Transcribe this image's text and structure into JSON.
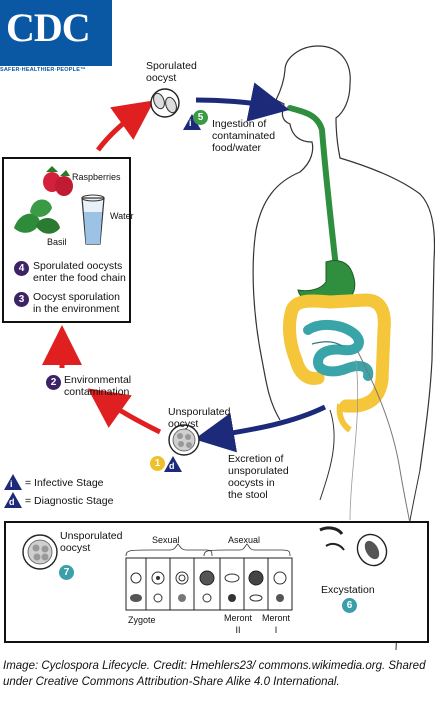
{
  "logo": {
    "text": "CDC",
    "tagline": "SAFER·HEALTHIER·PEOPLE™"
  },
  "stages": [
    {
      "num": "1",
      "label": ""
    },
    {
      "num": "2",
      "label": "Environmental\ncontamination"
    },
    {
      "num": "3",
      "label": "Oocyst sporulation\nin the environment"
    },
    {
      "num": "4",
      "label": "Sporulated oocysts\nenter the food chain"
    },
    {
      "num": "5",
      "label": "Ingestion of\ncontaminated\nfood/water"
    },
    {
      "num": "6",
      "label": "Excystation"
    },
    {
      "num": "7",
      "label": ""
    }
  ],
  "labels": {
    "sporulated_oocyst": "Sporulated\noocyst",
    "unsporulated_oocyst_top": "Unsporulated\noocyst",
    "excretion": "Excretion of\nunsporulated\noocysts in\nthe stool",
    "raspberries": "Raspberries",
    "water": "Water",
    "basil": "Basil",
    "unsporulated_oocyst_bottom": "Unsporulated\noocyst",
    "sexual": "Sexual",
    "asexual": "Asexual",
    "zygote": "Zygote",
    "meront_ii": "Meront\nII",
    "meront_i": "Meront\nI"
  },
  "legend": {
    "infective_symbol": "i",
    "infective": "= Infective Stage",
    "diagnostic_symbol": "d",
    "diagnostic": "= Diagnostic Stage"
  },
  "credit": "Image: Cyclospora Lifecycle. Credit: Hmehlers23/ commons.wikimedia.org. Shared under Creative Commons Attribution-Share Alike 4.0 International.",
  "colors": {
    "purple": "#3d2266",
    "green": "#3a9a46",
    "teal": "#3a9fa8",
    "yellow": "#f0c02a",
    "red_arrow": "#e02020",
    "navy_arrow": "#1d2a7a",
    "stomach": "#2f8f3e",
    "colon": "#f5c63a",
    "intestine": "#3aa5a8"
  }
}
